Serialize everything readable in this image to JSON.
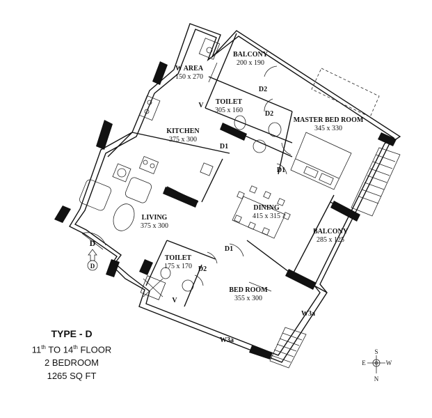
{
  "rooms": {
    "w_area": {
      "name": "W AREA",
      "dim": "150 x 270"
    },
    "balcony_top": {
      "name": "BALCONY",
      "dim": "200 x 190"
    },
    "toilet_top": {
      "name": "TOILET",
      "dim": "305 x 160"
    },
    "master_bed": {
      "name": "MASTER BED ROOM",
      "dim": "345 x 330"
    },
    "kitchen": {
      "name": "KITCHEN",
      "dim": "375 x 300"
    },
    "dining": {
      "name": "DINING",
      "dim": "415 x 315"
    },
    "living": {
      "name": "LIVING",
      "dim": "375 x 300"
    },
    "balcony_right": {
      "name": "BALCONY",
      "dim": "285 x 125"
    },
    "toilet_bottom": {
      "name": "TOILET",
      "dim": "175 x 170"
    },
    "bed_room": {
      "name": "BED ROOM",
      "dim": "355 x 300"
    }
  },
  "door_tags": {
    "d2_balcony": "D2",
    "d2_toilet_top": "D2",
    "d1_toilet": "D1",
    "d1_master": "D1",
    "d1_bed": "D1",
    "d2_toilet_bottom": "D2",
    "d_main": "D",
    "d_main_circle": "D",
    "v_top": "V",
    "v_bottom": "V",
    "w3a_right": "W3a",
    "w3a_bottom": "W3a"
  },
  "compass": {
    "s": "S",
    "e": "E",
    "w": "W",
    "n": "N"
  },
  "info": {
    "type": "TYPE - D",
    "floor_from": "11",
    "floor_from_sup": "th",
    "floor_to": "14",
    "floor_to_sup": "th",
    "floor_suffix": "FLOOR",
    "floor_to_word": "TO",
    "bedrooms": "2 BEDROOM",
    "area": "1265 SQ FT"
  }
}
